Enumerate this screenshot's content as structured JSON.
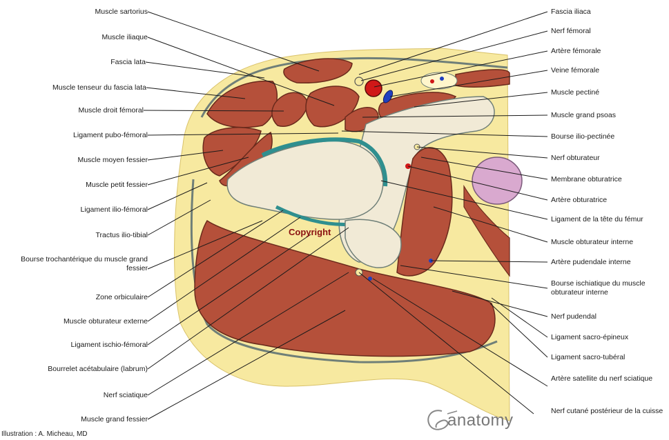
{
  "labels_left": [
    "Muscle sartorius",
    "Muscle iliaque",
    "Fascia lata",
    "Muscle tenseur du fascia lata",
    "Muscle droit fémoral",
    "Ligament pubo-fémoral",
    "Muscle moyen fessier",
    "Muscle petit fessier",
    "Ligament ilio-fémoral",
    "Tractus ilio-tibial",
    "Bourse trochantérique du muscle grand fessier",
    "Zone orbiculaire",
    "Muscle obturateur externe",
    "Ligament ischio-fémoral",
    "Bourrelet acétabulaire (labrum)",
    "Nerf sciatique",
    "Muscle grand fessier"
  ],
  "labels_right": [
    "Fascia iliaca",
    "Nerf fémoral",
    "Artère fémorale",
    "Veine fémorale",
    "Muscle pectiné",
    "Muscle grand psoas",
    "Bourse ilio-pectinée",
    "Nerf obturateur",
    "Membrane obturatrice",
    "Artère obturatrice",
    "Ligament de la tête du fémur",
    "Muscle obturateur interne",
    "Artère pudendale interne",
    "Bourse ischiatique du muscle obturateur interne",
    "Nerf pudendal",
    "Ligament sacro-épineux",
    "Ligament sacro-tubéral",
    "Artère satellite du nerf sciatique",
    "Nerf cutané postérieur de la cuisse"
  ],
  "watermark": "Copyright",
  "credit": "Illustration : A. Micheau, MD",
  "logo_text": "anatomy",
  "colors": {
    "fat": "#f7e9a0",
    "muscle": "#b5503a",
    "bone": "#f1ead6",
    "cartilage": "#2f8f8f",
    "artery": "#d01818",
    "vein": "#2040c0",
    "pelvic_organ": "#d9a9cf",
    "fascia": "#6f7f78"
  }
}
